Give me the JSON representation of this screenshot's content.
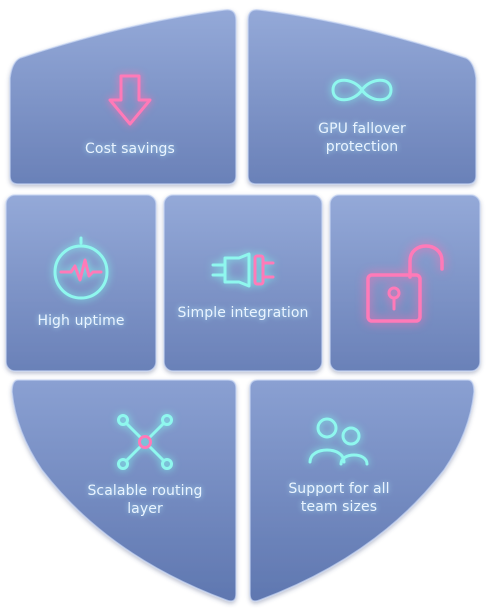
{
  "colors": {
    "tile_top": "#8ea4d4",
    "tile_bottom": "#6f86bb",
    "neon_pink": "#ff6fb3",
    "neon_cyan": "#7ef5ec"
  },
  "tiles": [
    {
      "label": "Cost savings",
      "icon": "arrow-down-icon"
    },
    {
      "label": "GPU fallover protection",
      "icon": "infinity-icon"
    },
    {
      "label": "High uptime",
      "icon": "heartbeat-icon"
    },
    {
      "label": "Simple integration",
      "icon": "plug-icon"
    },
    {
      "label": "",
      "icon": "unlocked-padlock-icon"
    },
    {
      "label": "Scalable routing layer",
      "icon": "network-nodes-icon"
    },
    {
      "label": "Support for all team sizes",
      "icon": "users-icon"
    }
  ]
}
